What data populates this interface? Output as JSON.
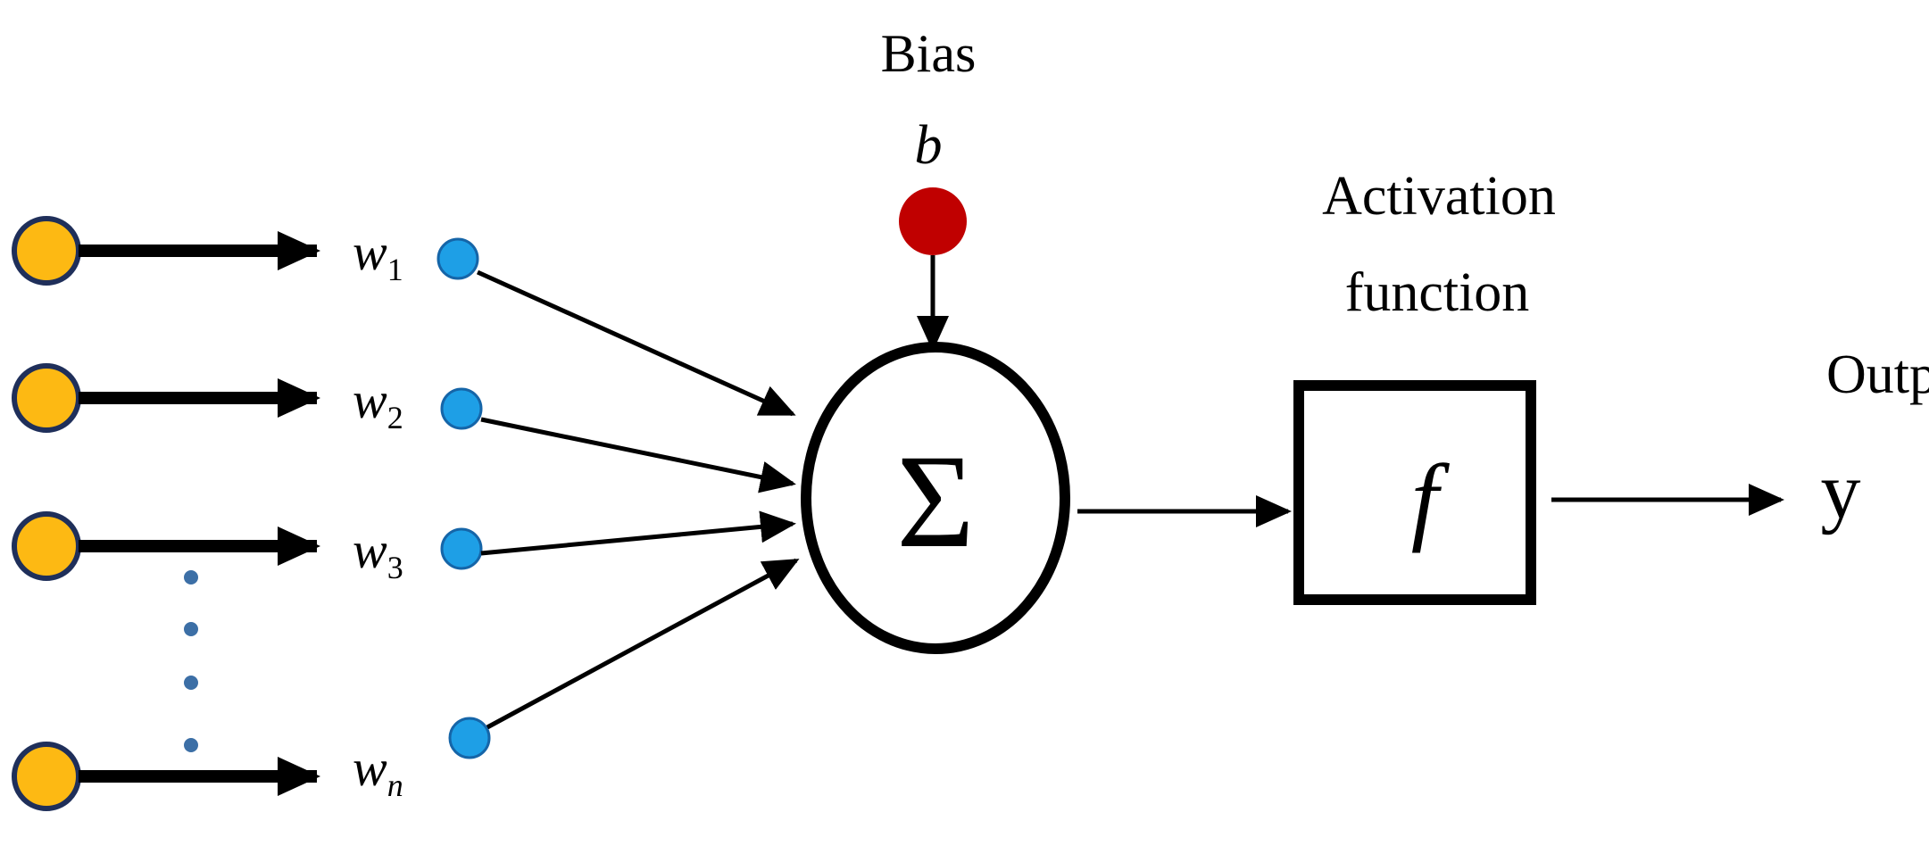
{
  "bias": {
    "title": "Bias",
    "symbol": "b"
  },
  "weights": [
    {
      "symbol": "w",
      "subscript": "1"
    },
    {
      "symbol": "w",
      "subscript": "2"
    },
    {
      "symbol": "w",
      "subscript": "3"
    },
    {
      "symbol": "w",
      "subscript": "n"
    }
  ],
  "summation": {
    "symbol": "Σ"
  },
  "activation": {
    "title_line1": "Activation",
    "title_line2": "function",
    "symbol": "f"
  },
  "output": {
    "title": "Output",
    "symbol": "y"
  },
  "colors": {
    "input_node_fill": "#FDB913",
    "input_node_stroke": "#1F2F5A",
    "weight_node_fill": "#1E9FE6",
    "weight_node_stroke": "#1565A8",
    "bias_node_fill": "#C00000",
    "ellipsis_dots": "#3C6FA6",
    "lines": "#000000"
  }
}
